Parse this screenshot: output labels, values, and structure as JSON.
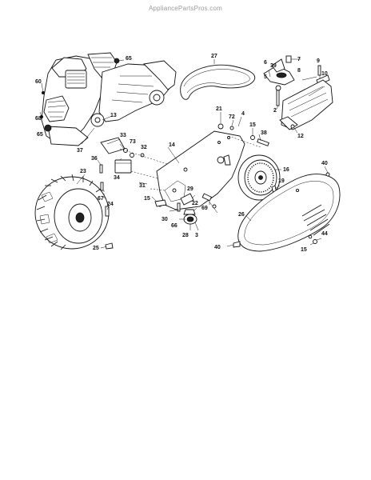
{
  "watermark": "AppliancePartsPros.com",
  "callouts": {
    "c65a": "65",
    "c60": "60",
    "c68": "68",
    "c65b": "65",
    "c13": "13",
    "c37": "37",
    "c36": "36",
    "c33": "33",
    "c73": "73",
    "c32": "32",
    "c34": "34",
    "c67": "67",
    "c14": "14",
    "c31": "31",
    "c23": "23",
    "c24": "24",
    "c25": "25",
    "c27": "27",
    "c21": "21",
    "c72": "72",
    "c4": "4",
    "c15a": "15",
    "c38": "38",
    "c16": "16",
    "c19": "19",
    "c40a": "40",
    "c15b": "15",
    "c29": "29",
    "c22": "22",
    "c30": "30",
    "c66": "66",
    "c69": "69",
    "c28": "28",
    "c3": "3",
    "c26": "26",
    "c40b": "40",
    "c44": "44",
    "c15c": "15",
    "c6": "6",
    "c39": "39",
    "c7": "7",
    "c9": "9",
    "c10": "10",
    "c8": "8",
    "c5": "5",
    "c12": "12",
    "c2": "2"
  }
}
